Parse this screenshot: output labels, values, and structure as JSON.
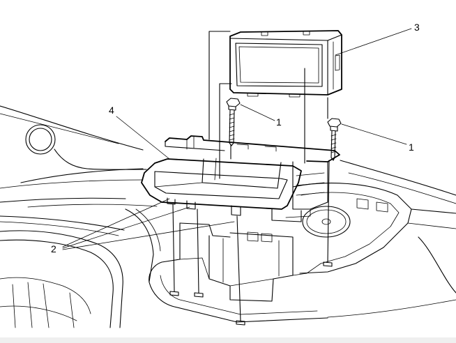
{
  "diagram": {
    "callouts": [
      {
        "text": "3"
      },
      {
        "text": "1"
      },
      {
        "text": "1"
      },
      {
        "text": "4"
      },
      {
        "text": "2"
      }
    ]
  },
  "colors": {
    "line": "#000000",
    "background": "#ffffff",
    "bottom_strip": "#efefef"
  }
}
